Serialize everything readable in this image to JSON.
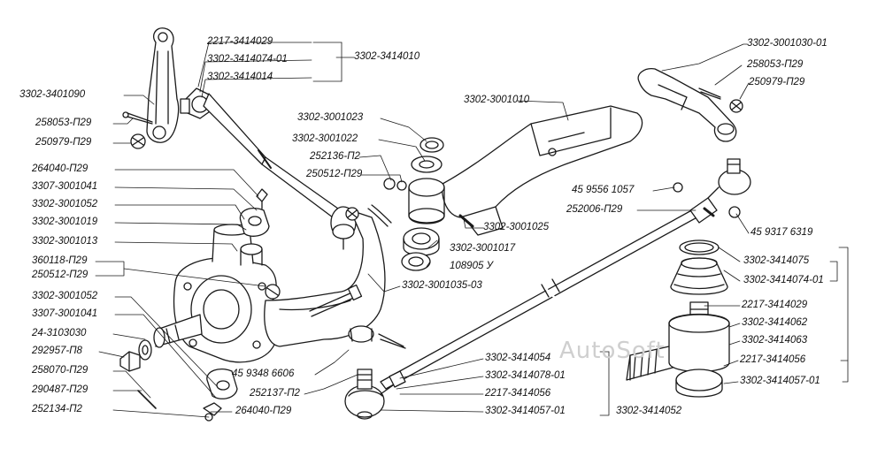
{
  "watermark": "AutoSoft",
  "parts": [
    "3302-3401090",
    "2217-3414029",
    "3302-3414074-01",
    "3302-3414014",
    "3302-3414010",
    "258053-П29",
    "250979-П29",
    "264040-П29",
    "3307-3001041",
    "3302-3001052",
    "3302-3001019",
    "3302-3001013",
    "360118-П29",
    "250512-П29",
    "3302-3001052",
    "3307-3001041",
    "24-3103030",
    "292957-П8",
    "258070-П29",
    "290487-П29",
    "252134-П2",
    "264040-П29",
    "3302-3001023",
    "3302-3001022",
    "252136-П2",
    "250512-П29",
    "3302-3001010",
    "3302-3001030-01",
    "258053-П29",
    "250979-П29",
    "45 9556 1057",
    "252006-П29",
    "3302-3001025",
    "3302-3001017",
    "108905 У",
    "3302-3001035-03",
    "45 9348 6606",
    "252137-П2",
    "45 9317 6319",
    "3302-3414075",
    "3302-3414074-01",
    "2217-3414029",
    "3302-3414062",
    "3302-3414063",
    "2217-3414056",
    "3302-3414057-01",
    "3302-3414054",
    "3302-3414078-01",
    "2217-3414056",
    "3302-3414057-01",
    "3302-3414052"
  ]
}
